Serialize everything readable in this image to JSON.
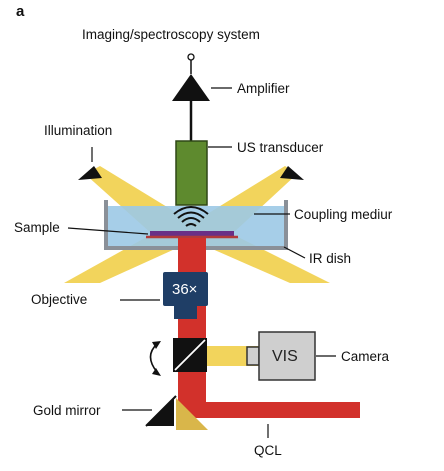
{
  "panel_label": "a",
  "title": "Imaging/spectroscopy system",
  "labels": {
    "amplifier": "Amplifier",
    "illumination": "Illumination",
    "us_transducer": "US transducer",
    "sample": "Sample",
    "coupling_medium": "Coupling mediur",
    "ir_dish": "IR dish",
    "objective": "Objective",
    "objective_mag": "36×",
    "vis": "VIS",
    "camera": "Camera",
    "gold_mirror": "Gold mirror",
    "qcl": "QCL"
  },
  "colors": {
    "illumination_beam": "#f2d45c",
    "qcl_beam": "#d2312b",
    "transducer": "#5e8a2e",
    "coupling_medium": "#9cc9e6",
    "dish": "#8a9098",
    "sample": "#6a2f86",
    "objective": "#1f3e66",
    "camera": "#cfcfcf",
    "gold": "#d9b64a"
  },
  "icons": {
    "amplifier": "triangle-amplifier-icon",
    "illumination": "triangle-lamp-icon",
    "waves": "acoustic-wave-icon",
    "rotation": "rotation-arrows-icon",
    "beamsplitter": "beamsplitter-cube-icon"
  }
}
